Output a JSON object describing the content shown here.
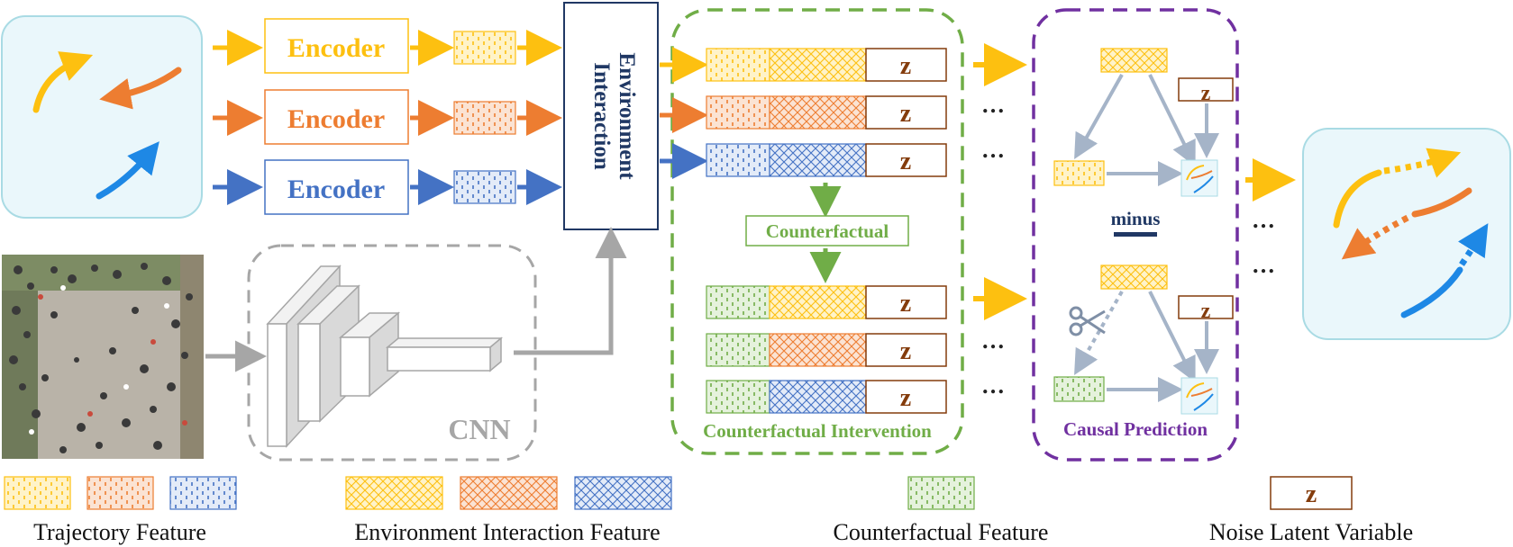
{
  "colors": {
    "yellow": "#fdc010",
    "orange": "#ed7d31",
    "blue": "#4472c4",
    "green": "#70ad47",
    "brown": "#843c0c",
    "purple": "#7030a0",
    "gray": "#a6a6a6",
    "navy": "#203864",
    "light_blue_panel": "#eaf7fb",
    "panel_border": "#a9dbe4",
    "arrow_blue": "#a5b4c8"
  },
  "encoders": [
    {
      "label": "Encoder",
      "color": "yellow"
    },
    {
      "label": "Encoder",
      "color": "orange"
    },
    {
      "label": "Encoder",
      "color": "blue"
    }
  ],
  "environment_interaction": {
    "line1": "Environment",
    "line2": "Interaction"
  },
  "cnn": {
    "label": "CNN"
  },
  "counterfactual_intervention": {
    "title": "Counterfactual Intervention",
    "step_label": "Counterfactual",
    "z_label": "z"
  },
  "causal_prediction": {
    "title": "Causal Prediction",
    "minus_label": "minus",
    "z_label": "z"
  },
  "ellipsis": "…",
  "legend": {
    "trajectory": "Trajectory Feature",
    "environment": "Environment Interaction Feature",
    "counterfactual": "Counterfactual Feature",
    "noise": "Noise Latent Variable",
    "z": "z"
  },
  "icons": [
    "scissors-icon",
    "trajectory-thumbnail-icon",
    "crowd-scene-image"
  ]
}
